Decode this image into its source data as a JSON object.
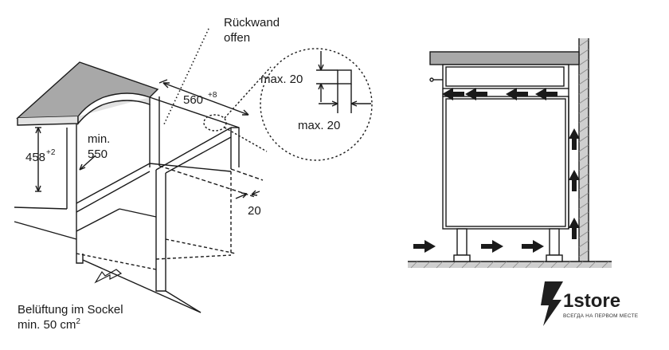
{
  "diagram": {
    "left": {
      "rear_wall_label_line1": "Rückwand",
      "rear_wall_label_line2": "offen",
      "width_dim": "560",
      "width_dim_tol": "+8",
      "height_dim": "458",
      "height_dim_tol": "+2",
      "depth_label_line1": "min.",
      "depth_label_line2": "550",
      "gap_dim": "20",
      "detail_max_top": "max. 20",
      "detail_max_bottom": "max. 20",
      "vent_label_line1": "Belüftung im Sockel",
      "vent_label_line2": "min. 50 cm",
      "vent_label_sup": "2"
    }
  },
  "logo": {
    "name": "1store",
    "tagline": "ВСЕГДА НА ПЕРВОМ МЕСТЕ"
  }
}
